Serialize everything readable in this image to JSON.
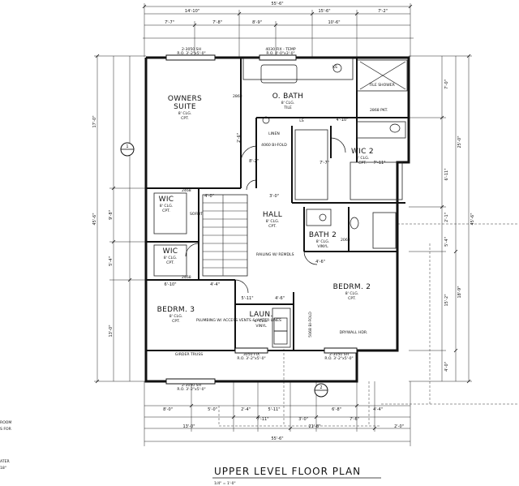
{
  "title": "UPPER LEVEL FLOOR PLAN",
  "scale": "1/4\" = 1'-0\"",
  "rooms": [
    {
      "id": "owners-suite",
      "lines": [
        "OWNERS",
        "SUITE"
      ],
      "sub": [
        "8' CLG.",
        "CPT."
      ]
    },
    {
      "id": "o-bath",
      "lines": [
        "O. BATH"
      ],
      "sub": [
        "8' CLG.",
        "TILE"
      ]
    },
    {
      "id": "wic-2",
      "lines": [
        "WIC 2"
      ],
      "sub": [
        "8' CLG.",
        "CPT."
      ]
    },
    {
      "id": "wic-1",
      "lines": [
        "WIC"
      ],
      "sub": [
        "8' CLG.",
        "CPT."
      ]
    },
    {
      "id": "hall",
      "lines": [
        "HALL"
      ],
      "sub": [
        "8' CLG.",
        "CPT."
      ]
    },
    {
      "id": "bath-2",
      "lines": [
        "BATH 2"
      ],
      "sub": [
        "8' CLG.",
        "VINYL"
      ]
    },
    {
      "id": "wic-3",
      "lines": [
        "WIC"
      ],
      "sub": [
        "8' CLG.",
        "CPT."
      ]
    },
    {
      "id": "bedrm-2",
      "lines": [
        "BEDRM. 2"
      ],
      "sub": [
        "8' CLG.",
        "CPT."
      ]
    },
    {
      "id": "bedrm-3",
      "lines": [
        "BEDRM. 3"
      ],
      "sub": [
        "8' CLG.",
        "CPT."
      ]
    },
    {
      "id": "laun",
      "lines": [
        "LAUN."
      ],
      "sub": [
        "8' CLG.",
        "VINYL"
      ]
    }
  ],
  "labels": {
    "tile_shower": "TILE SHOWER",
    "linen": "LINEN",
    "bifold_top": "4060 BI-FOLD",
    "bifold_laun": "5068 BI-FOLD",
    "railing": "RAILING W/ REMDLS",
    "drywall": "DRYWALL HDR.",
    "girder": "GIRDER TRUSS",
    "plumbing": "PLUMBING W/ ACCESS VENTS & WATER LINES",
    "soffit": "SOFFIT",
    "ls": "LS",
    "ks": "KS",
    "win_top_left": "2-3050 SH",
    "win_top_left_sub": "R.O. 3'-2\"x5'-0\"",
    "win_top_mid": "4030 FIX - TEMP",
    "win_top_mid_sub": "R.O. 4'-0\"x3'-0\"",
    "win_bot_left": "2-3050 SH",
    "win_bot_left_sub": "R.O. 3'-2\"x5'-0\"",
    "win_bot_mid": "3050 FIX",
    "win_bot_mid_sub": "R.O. 3'-2\"x5'-0\"",
    "win_bot_right": "2-3050 SH",
    "win_bot_right_sub": "R.O. 3'-2\"x5'-0\"",
    "door_2868": "2868",
    "door_2468": "2468",
    "door_2068": "2068",
    "door_2868_pkt": "2868 PKT.",
    "margin_room": "ROOM",
    "margin_for": "S FOR",
    "margin_ater": "ATER",
    "margin_18": "18\""
  },
  "dims": {
    "top_overall": "55'-6\"",
    "top_a": "14'-10\"",
    "top_b": "15'-6\"",
    "top_c": "7'-2\"",
    "top_d": "7'-7\"",
    "top_e": "7'-8\"",
    "top_f": "8'-9\"",
    "top_g": "10'-6\"",
    "left_a": "17'-0\"",
    "left_b": "45'-6\"",
    "left_c": "9'-8\"",
    "left_d": "5'-4\"",
    "left_e": "13'-0\"",
    "right_a": "7'-0\"",
    "right_b": "6'-11\"",
    "right_c": "2'-1\"",
    "right_d": "5'-4\"",
    "right_e": "15'-2\"",
    "right_f": "4'-0\"",
    "right_g": "25'-0\"",
    "right_h": "45'-6\"",
    "right_i": "18'-9\"",
    "bot_overall": "55'-6\"",
    "bot_a": "8'-0\"",
    "bot_b": "13'-0\"",
    "bot_c": "5'-0\"",
    "bot_d": "2'-4\"",
    "bot_e": "5'-11\"",
    "bot_f": "7'-11\"",
    "bot_g": "3'-0\"",
    "bot_h": "21'-8\"",
    "bot_i": "6'-8\"",
    "bot_j": "4'-4\"",
    "bot_k": "7'-6\"",
    "bot_l": "2'-0\"",
    "in_a": "4'-10\"",
    "in_b": "8'-2\"",
    "in_c": "3'-0\"",
    "in_d": "4'-0\"",
    "in_e": "6'-10\"",
    "in_f": "5'-11\"",
    "in_g": "4'-6\"",
    "in_h": "7'-7\"",
    "in_i": "7'-11\"",
    "in_j": "4'-4\"",
    "in_k": "4'-6\"",
    "in_l": "2'-6\""
  },
  "grid_markers": [
    "1",
    "2"
  ]
}
